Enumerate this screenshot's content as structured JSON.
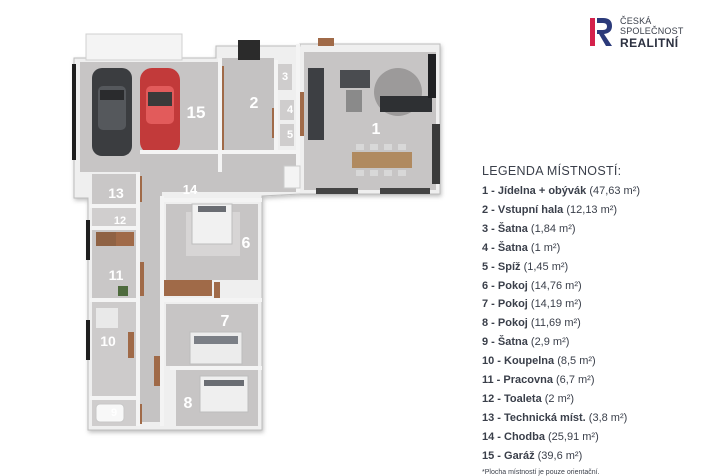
{
  "logo": {
    "line1": "ČESKÁ",
    "line2": "SPOLEČNOST",
    "line3": "REALITNÍ",
    "colors": {
      "red": "#d4214b",
      "blue": "#2b3a7a"
    }
  },
  "rooms": [
    {
      "number": "1",
      "name": "Jídelna + obývák",
      "area": "(47,63 m²)"
    },
    {
      "number": "2",
      "name": "Vstupní hala",
      "area": "(12,13 m²)"
    },
    {
      "number": "3",
      "name": "Šatna",
      "area": "(1,84 m²)"
    },
    {
      "number": "4",
      "name": "Šatna",
      "area": "(1 m²)"
    },
    {
      "number": "5",
      "name": "Spíž",
      "area": "(1,45 m²)"
    },
    {
      "number": "6",
      "name": "Pokoj",
      "area": "(14,76 m²)"
    },
    {
      "number": "7",
      "name": "Pokoj",
      "area": "(14,19 m²)"
    },
    {
      "number": "8",
      "name": "Pokoj",
      "area": "(11,69 m²)"
    },
    {
      "number": "9",
      "name": "Šatna",
      "area": "(2,9 m²)"
    },
    {
      "number": "10",
      "name": "Koupelna",
      "area": "(8,5 m²)"
    },
    {
      "number": "11",
      "name": "Pracovna",
      "area": "(6,7 m²)"
    },
    {
      "number": "12",
      "name": "Toaleta",
      "area": "(2 m²)"
    },
    {
      "number": "13",
      "name": "Technická míst.",
      "area": "(3,8 m²)"
    },
    {
      "number": "14",
      "name": "Chodba",
      "area": "(25,91 m²)"
    },
    {
      "number": "15",
      "name": "Garáž",
      "area": "(39,6 m²)"
    }
  ],
  "legend": {
    "title": "LEGENDA MÍSTNOSTÍ:",
    "note": "*Plocha místností je pouze orientační."
  },
  "colors": {
    "floor": "#c9c7c7",
    "wall": "#f2f2f2",
    "wood": "#a06a48",
    "text": "#3a3f4a"
  }
}
